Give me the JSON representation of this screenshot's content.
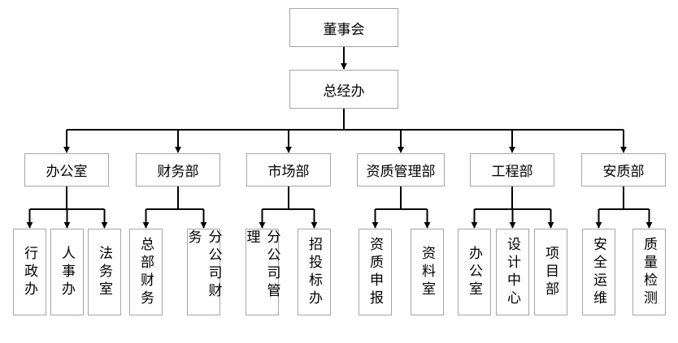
{
  "root": {
    "label": "董事会"
  },
  "office": {
    "label": "总经办"
  },
  "departments": [
    {
      "label": "办公室",
      "children": [
        "行政办",
        "人事办",
        "法务室"
      ]
    },
    {
      "label": "财务部",
      "children": [
        "总部财务",
        "分公司财务"
      ]
    },
    {
      "label": "市场部",
      "children": [
        "分公司管理",
        "招投标办"
      ]
    },
    {
      "label": "资质管理部",
      "children": [
        "资质申报",
        "资料室"
      ]
    },
    {
      "label": "工程部",
      "children": [
        "办公室",
        "设计中心",
        "项目部"
      ]
    },
    {
      "label": "安质部",
      "children": [
        "安全运维",
        "质量检测"
      ]
    }
  ],
  "colors": {
    "line": "#000000",
    "border": "#a6a6a6",
    "text": "#000000"
  }
}
